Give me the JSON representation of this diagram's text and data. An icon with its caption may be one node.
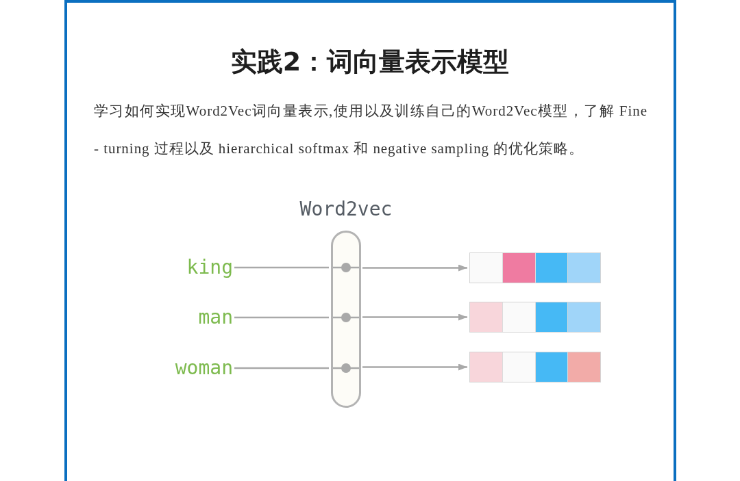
{
  "diagram": {
    "title": "实践2：词向量表示模型",
    "nodes": [
      {
        "text": [
          "king"
        ]
      },
      {
        "text": [
          "man"
        ]
      },
      {
        "text": [
          "woman"
        ]
      },
      {
        "text": [],
        "shape": "capsule",
        "beside": [
          "Word2vec"
        ]
      },
      {
        "text": [],
        "shape": "bar"
      },
      {
        "text": [],
        "shape": "bar"
      },
      {
        "text": [],
        "shape": "bar"
      }
    ],
    "edges": [
      {
        "from": 0,
        "to": 3,
        "arrow": "none"
      },
      {
        "from": 3,
        "to": 4,
        "arrow": "to"
      },
      {
        "from": 1,
        "to": 3,
        "arrow": "none"
      },
      {
        "from": 3,
        "to": 5,
        "arrow": "to"
      },
      {
        "from": 2,
        "to": 3,
        "arrow": "none"
      },
      {
        "from": 3,
        "to": 6,
        "arrow": "to"
      }
    ],
    "labels": [
      "学习如何实现Word2Vec词向量表示,使用以及训练自己的Word2Vec模型，了解 Fine - turning 过程以及 hierarchical softmax 和 negative sampling 的优化策略。"
    ]
  }
}
